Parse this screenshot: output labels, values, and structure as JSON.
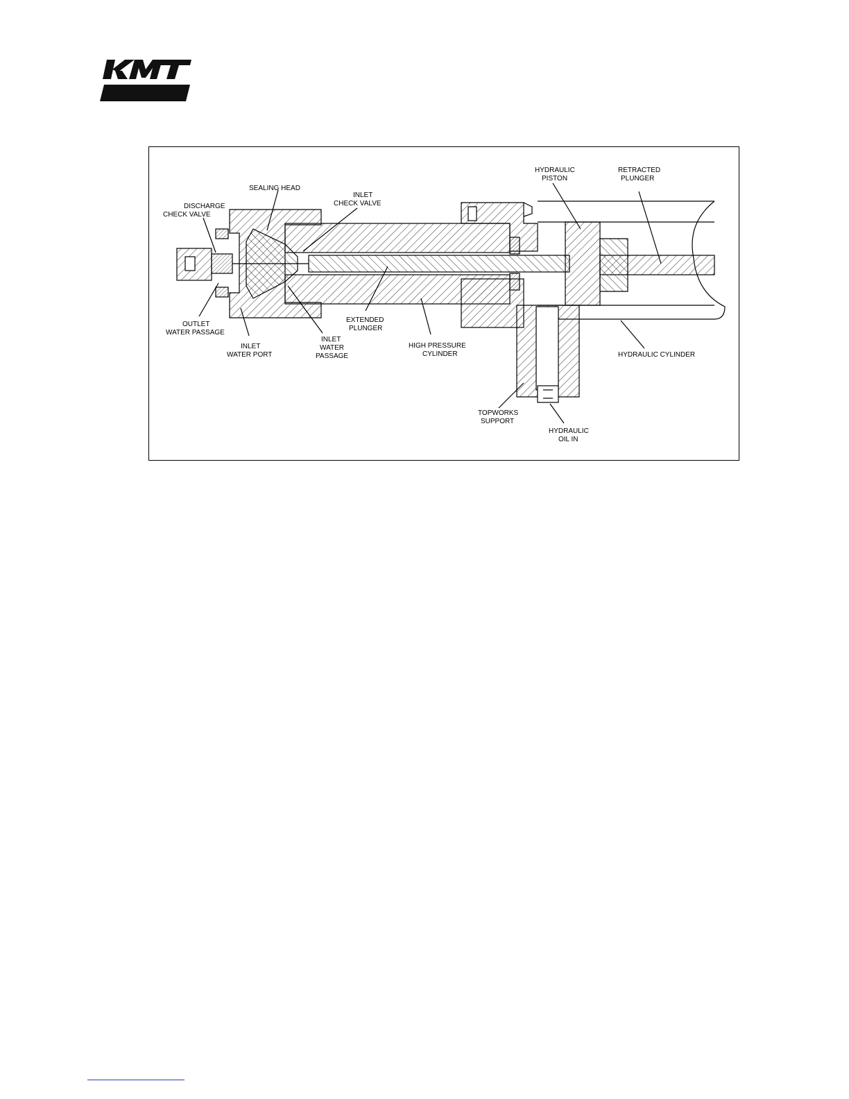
{
  "logo": {
    "text": "KMT",
    "color": "#111111"
  },
  "diagram": {
    "labels": {
      "discharge_check_valve": [
        "DISCHARGE",
        "CHECK  VALVE"
      ],
      "sealing_head": [
        "SEALING  HEAD"
      ],
      "inlet_check_valve": [
        "INLET",
        "CHECK  VALVE"
      ],
      "hydraulic_piston": [
        "HYDRAULIC",
        "PISTON"
      ],
      "retracted_plunger": [
        "RETRACTED",
        "PLUNGER"
      ],
      "outlet_water_passage": [
        "OUTLET",
        "WATER  PASSAGE"
      ],
      "inlet_water_port": [
        "INLET",
        "WATER  PORT"
      ],
      "inlet_water_passage": [
        "INLET",
        "WATER",
        "PASSAGE"
      ],
      "extended_plunger": [
        "EXTENDED",
        "PLUNGER"
      ],
      "high_pressure_cylinder": [
        "HIGH  PRESSURE",
        "CYLINDER"
      ],
      "hydraulic_cylinder": [
        "HYDRAULIC  CYLINDER"
      ],
      "topworks_support": [
        "TOPWORKS",
        "SUPPORT"
      ],
      "hydraulic_oil_in": [
        "HYDRAULIC",
        "OIL  IN"
      ]
    }
  },
  "colors": {
    "line": "#000000",
    "hatch": "#333333",
    "link": "#2a3fbf"
  }
}
